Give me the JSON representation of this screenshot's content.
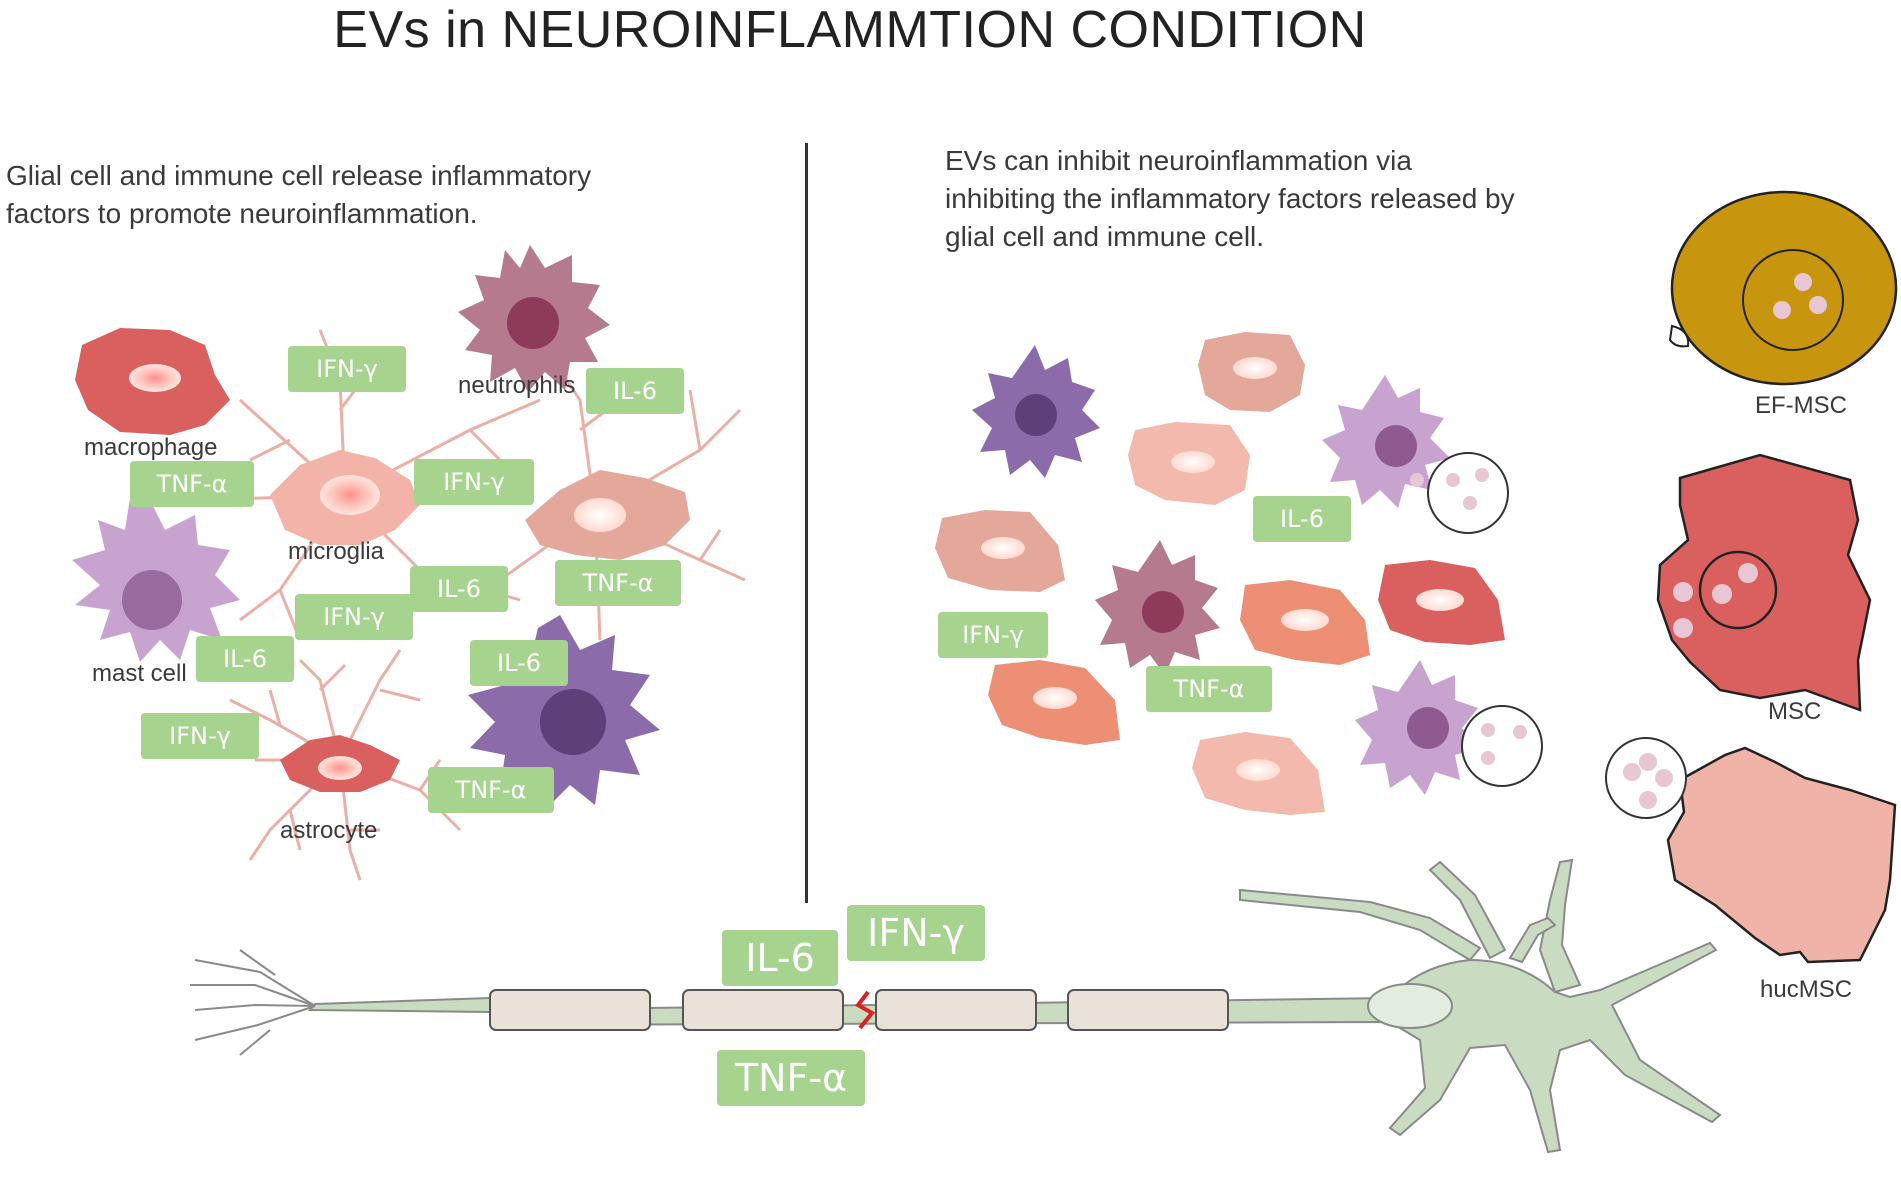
{
  "title": "EVs in NEUROINFLAMMTION CONDITION",
  "left_panel": {
    "caption_line1": "Glial cell and immune cell release inflammatory",
    "caption_line2": "factors to promote neuroinflammation.",
    "cells": {
      "macrophage": "macrophage",
      "neutrophils": "neutrophils",
      "microglia": "microglia",
      "mast_cell": "mast cell",
      "astrocyte": "astrocyte"
    },
    "tags": [
      "IFN-γ",
      "IL-6",
      "TNF-α",
      "IFN-γ",
      "TNF-α",
      "IL-6",
      "IFN-γ",
      "IL-6",
      "IL-6",
      "IFN-γ",
      "TNF-α"
    ]
  },
  "right_panel": {
    "caption_line1": "EVs can inhibit neuroinflammation via",
    "caption_line2": "inhibiting the inflammatory factors released by",
    "caption_line3": "glial cell and immune cell.",
    "tags": [
      "IL-6",
      "IFN-γ",
      "TNF-α"
    ],
    "msc": {
      "ef_msc": "EF-MSC",
      "msc": "MSC",
      "hucmsc": "hucMSC"
    }
  },
  "neuron": {
    "tags": [
      "IL-6",
      "IFN-γ",
      "TNF-α"
    ]
  },
  "colors": {
    "tag_green": "#a6d38d",
    "neuron_green": "#c9dcc2",
    "ef_msc_gold": "#c8960e",
    "msc_red": "#d9605e",
    "hucmsc_pink": "#f0b3a8"
  }
}
